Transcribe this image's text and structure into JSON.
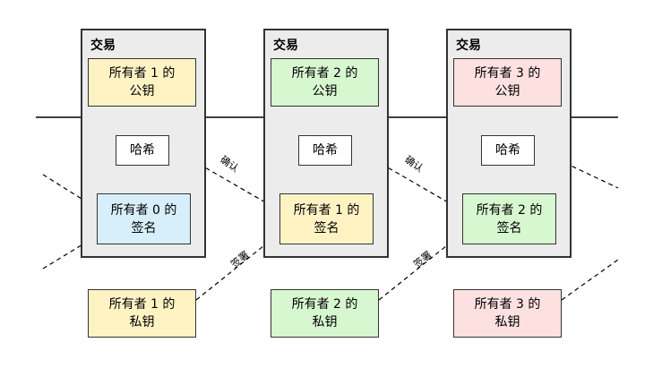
{
  "transactions": [
    {
      "title": "交易",
      "public_key": "所有者 1 的\n公钥",
      "hash": "哈希",
      "signature": "所有者 0 的\n签名"
    },
    {
      "title": "交易",
      "public_key": "所有者 2 的\n公钥",
      "hash": "哈希",
      "signature": "所有者 1 的\n签名"
    },
    {
      "title": "交易",
      "public_key": "所有者 3 的\n公钥",
      "hash": "哈希",
      "signature": "所有者 2 的\n签名"
    }
  ],
  "private_keys": [
    "所有者 1 的\n私钥",
    "所有者 2 的\n私钥",
    "所有者 3 的\n私钥"
  ],
  "labels": {
    "verify": "确认",
    "sign": "签署"
  },
  "colors": {
    "yellow": "#fff3c4",
    "green": "#d6f7cf",
    "pink": "#fde0e0",
    "blue": "#d7effb",
    "box": "#ececec",
    "line": "#000000"
  }
}
